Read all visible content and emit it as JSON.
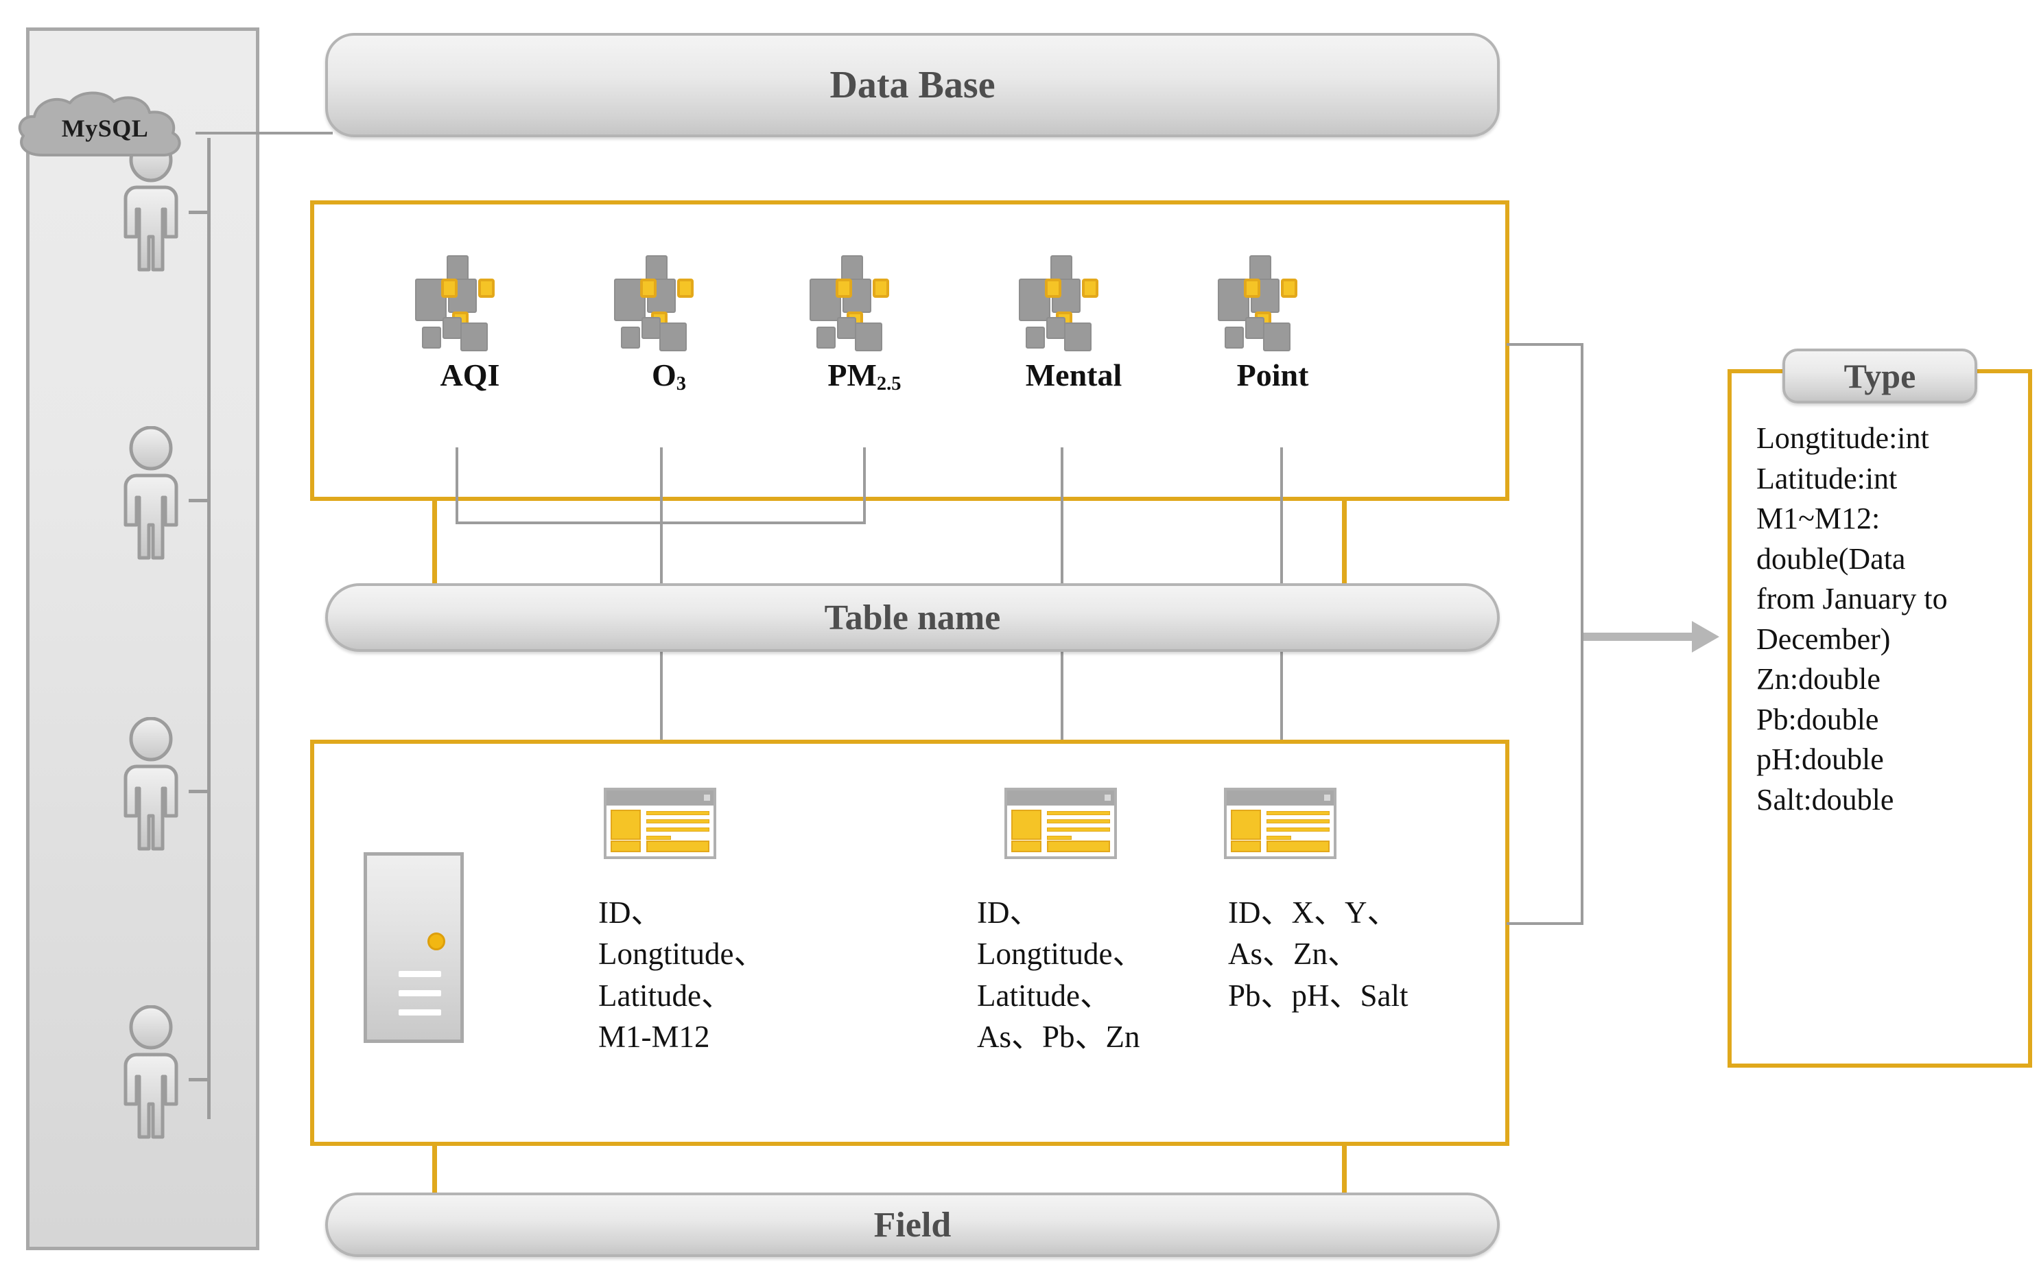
{
  "diagram": {
    "title": "Database schema architecture diagram",
    "colors": {
      "accent_yellow": "#e0a81c",
      "icon_gold": "#f5c426",
      "gray_line": "#9c9c9c",
      "panel_gray": "#e9e9e9",
      "pill_border": "#b4b4b4"
    }
  },
  "users_panel": {
    "cloud_label": "MySQL",
    "user_count": 4,
    "user_icon_name": "person-icon"
  },
  "header": {
    "database_label": "Data Base"
  },
  "tables": {
    "items": [
      {
        "label": "AQI",
        "label_main": "AQI",
        "sub": ""
      },
      {
        "label": "O3",
        "label_main": "O",
        "sub": "3"
      },
      {
        "label": "PM2.5",
        "label_main": "PM",
        "sub": "2.5"
      },
      {
        "label": "Mental",
        "label_main": "Mental",
        "sub": ""
      },
      {
        "label": "Point",
        "label_main": "Point",
        "sub": ""
      }
    ],
    "table_name_label": "Table name"
  },
  "fields": {
    "field_label": "Field",
    "columns": [
      {
        "text": "ID、\nLongtitude、\nLatitude、\nM1-M12"
      },
      {
        "text": "ID、\nLongtitude、\nLatitude、\nAs、Pb、Zn"
      },
      {
        "text": "ID、X、Y、\nAs、Zn、\nPb、pH、Salt"
      }
    ]
  },
  "type_panel": {
    "title": "Type",
    "lines": [
      "Longtitude:int",
      "Latitude:int",
      "M1~M12:",
      "double(Data",
      "from January to",
      "December)",
      "Zn:double",
      "Pb:double",
      "pH:double",
      "Salt:double"
    ]
  }
}
